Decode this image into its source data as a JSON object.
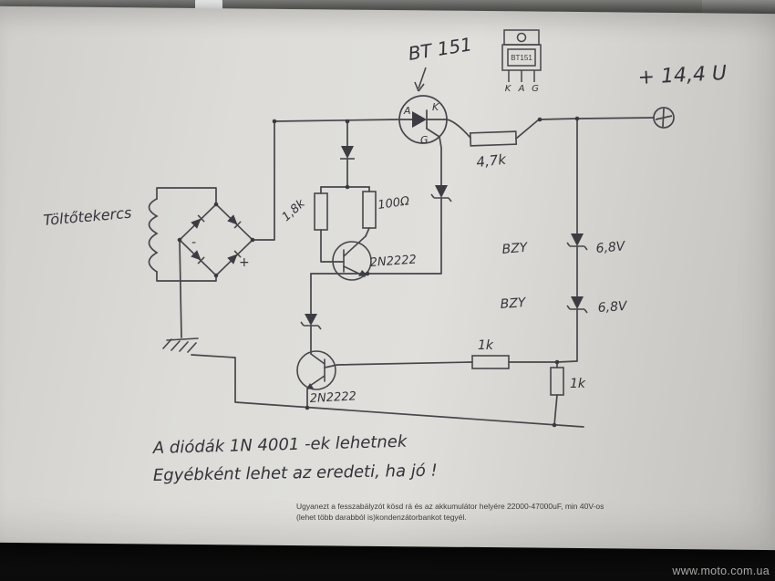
{
  "photo": {
    "watermark": "www.moto.com.ua"
  },
  "schematic": {
    "supply_label": "+ 14,4 U",
    "thyristor": {
      "callout": "BT 151",
      "anode": "A",
      "cathode": "K",
      "gate": "G"
    },
    "package": {
      "label": "BT151",
      "pin_k": "K",
      "pin_a": "A",
      "pin_g": "G"
    },
    "coil_label": "Töltőtekercs",
    "bridge": {
      "minus": "-",
      "plus": "+"
    },
    "resistors": {
      "top": "4,7k",
      "r18": "1,8k",
      "r100": "100Ω",
      "h1k": "1k",
      "v1k": "1k"
    },
    "transistors": {
      "q1": "2N2222",
      "q2": "2N2222"
    },
    "zeners": {
      "z1_name": "BZY",
      "z1_value": "6,8V",
      "z2_name": "BZY",
      "z2_value": "6,8V"
    },
    "notes": {
      "line1": "A diódák  1N 4001 -ek  lehetnek",
      "line2": "Egyébként lehet az eredeti, ha jó !"
    },
    "caption": {
      "line1": "Ugyanezt a fesszabályzót kösd rá és az akkumulátor helyére 22000-47000uF, min 40V-os",
      "line2": "(lehet több darabból is)kondenzátorbankot tegyél."
    }
  }
}
